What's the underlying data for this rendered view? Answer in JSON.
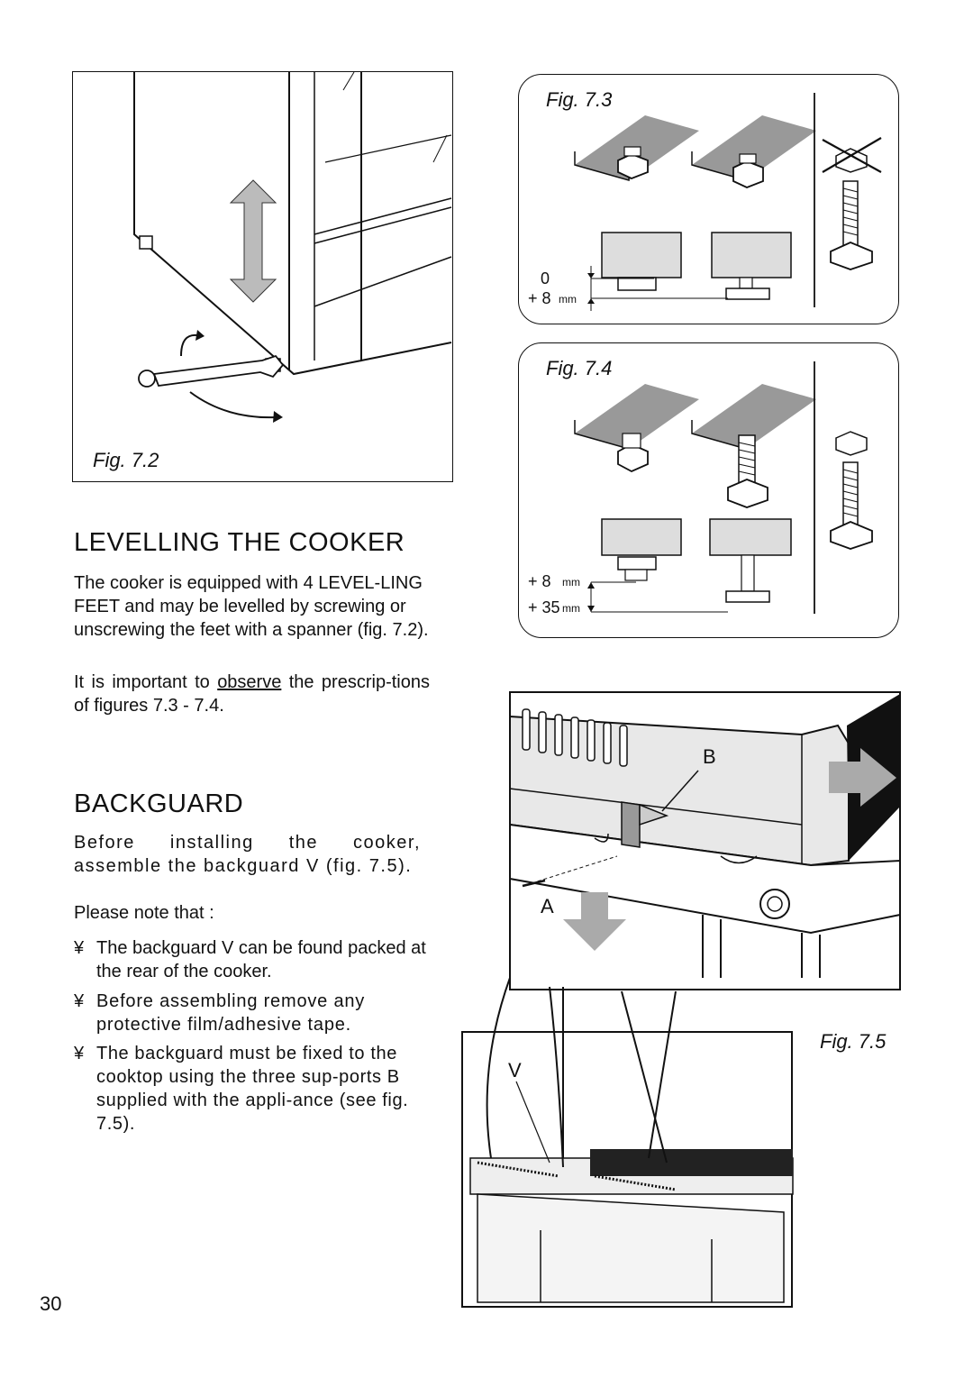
{
  "figures": {
    "fig72": {
      "caption": "Fig. 7.2"
    },
    "fig73": {
      "caption": "Fig. 7.3",
      "dim_top": "0",
      "dim_bottom": "+ 8",
      "unit": "mm"
    },
    "fig74": {
      "caption": "Fig. 7.4",
      "dim_top": "+ 8",
      "dim_bottom": "+ 35",
      "unit": "mm"
    },
    "fig75": {
      "caption": "Fig. 7.5",
      "label_b": "B",
      "label_a": "A",
      "label_v": "V"
    }
  },
  "sections": {
    "levelling": {
      "title": "LEVELLING THE COOKER",
      "p1": "The cooker is equipped with 4 LEVEL-LING FEET and may be levelled by screwing or unscrewing the feet with a spanner (fig. 7.2).",
      "p2_before": "It is important to ",
      "p2_underlined": "observe",
      "p2_after": " the prescrip-tions of figures 7.3 - 7.4."
    },
    "backguard": {
      "title": "BACKGUARD",
      "p1": "Before installing the cooker, assemble the backguard  V  (fig. 7.5).",
      "p2": "Please note that :",
      "bullets": [
        {
          "marker": "¥",
          "text": "The backguard  V  can be found packed at the rear of the cooker."
        },
        {
          "marker": "¥",
          "text": "Before assembling remove any protective film/adhesive tape."
        },
        {
          "marker": "¥",
          "text": "The backguard must be fixed to the cooktop using the three sup-ports  B  supplied with the appli-ance (see fig. 7.5)."
        }
      ]
    }
  },
  "page_number": "30"
}
